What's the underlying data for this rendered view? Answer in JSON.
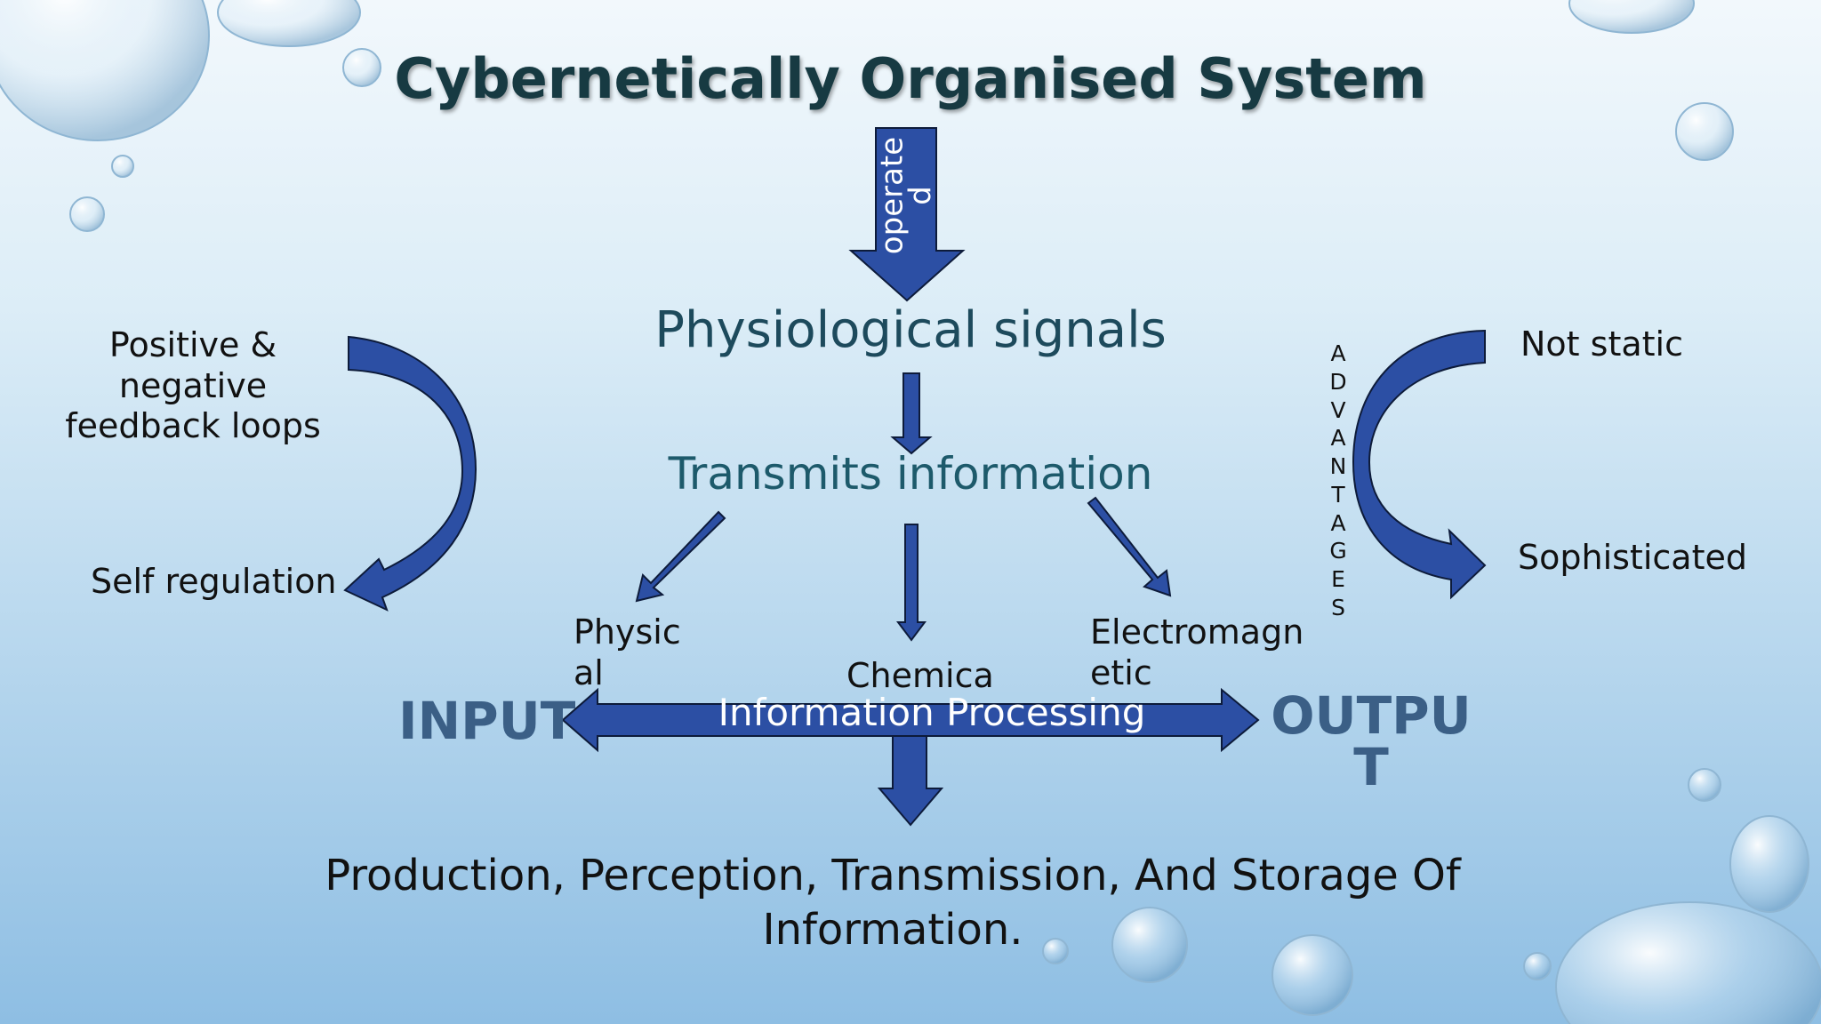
{
  "title": "Cybernetically Organised System",
  "operated": "operate\nd",
  "physiological_signals": "Physiological signals",
  "transmits_information": "Transmits information",
  "feedback_loops": "Positive &\nnegative\nfeedback loops",
  "self_regulation": "Self regulation",
  "advantages": "A\nD\nV\nA\nN\nT\nA\nG\nE\nS",
  "not_static": "Not static",
  "sophisticated": "Sophisticated",
  "physical": "Physic\nal",
  "chemical": "Chemica",
  "electromagnetic": "Electromagn\netic",
  "information_processing": "Information Processing",
  "input": "INPUT",
  "output": "OUTPU\nT",
  "footer": "Production, Perception, Transmission, And Storage Of\nInformation.",
  "colors": {
    "arrow_fill": "#2c4fa4",
    "title": "#173a42",
    "io_text": "#3b5f86"
  }
}
